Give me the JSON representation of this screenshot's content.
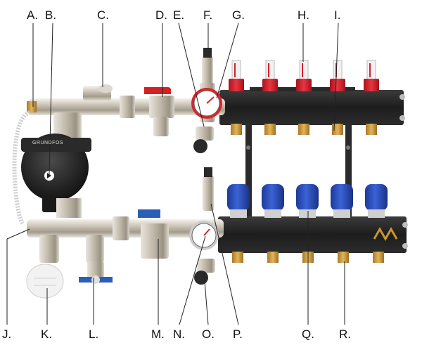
{
  "diagram": {
    "labels": {
      "A": "A.",
      "B": "B.",
      "C": "C.",
      "D": "D.",
      "E": "E.",
      "F": "F.",
      "G": "G.",
      "H": "H.",
      "I": "I.",
      "J": "J.",
      "K": "K.",
      "L": "L.",
      "M": "M.",
      "N": "N.",
      "O": "O.",
      "P": "P.",
      "Q": "Q.",
      "R": "R."
    },
    "pump_brand": "GRUNDFOS",
    "colors": {
      "manifold": "#1f1f1f",
      "brass_pipe": "#c9c2b2",
      "flow_meter_cap": "#d6202b",
      "valve_cap": "#2747b5",
      "ball_valve_handle_red": "#d42020",
      "ball_valve_handle_blue": "#2a5fb8",
      "brass_fitting": "#c89a3a",
      "gauge_ring": "#d9242b"
    }
  }
}
